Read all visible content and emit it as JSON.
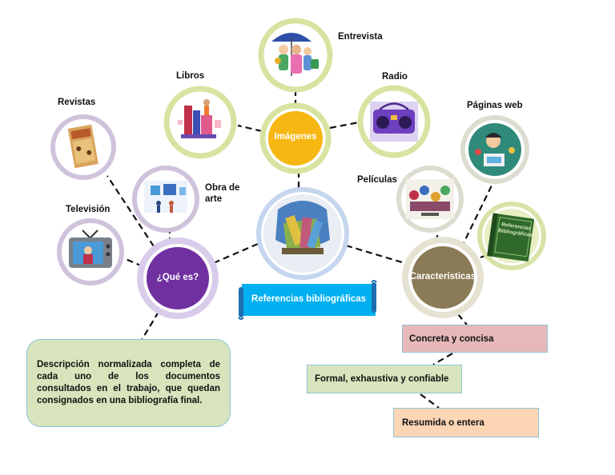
{
  "center": {
    "title": "Referencias bibliográficas"
  },
  "hubs": {
    "imagenes": "Imágenes",
    "que_es": "¿Qué es?",
    "caracteristicas": "Características"
  },
  "labels": {
    "entrevista": "Entrevista",
    "libros": "Libros",
    "radio": "Radio",
    "revistas": "Revistas",
    "paginas_web": "Páginas web",
    "obra_de_arte": "Obra de arte",
    "peliculas": "Películas",
    "television": "Televisión"
  },
  "book_cover_text": "Referencias Bibliográficas",
  "definition": "Descripción normalizada completa de cada uno de los documentos consultados en el trabajo, que quedan consignados en una bibliografía final.",
  "features": {
    "concreta": "Concreta y concisa",
    "formal": "Formal, exhaustiva y confiable",
    "resumida": "Resumida o entera"
  },
  "colors": {
    "imagenes_hub": "#f6b712",
    "que_es_hub": "#7030a0",
    "caracteristicas_hub": "#8a7a55",
    "banner": "#00b0f0",
    "definition_box": "#d8e4bc",
    "concreta_box": "#e6b9b8",
    "formal_box": "#d7e4bd",
    "resumida_box": "#fcd5b5"
  }
}
